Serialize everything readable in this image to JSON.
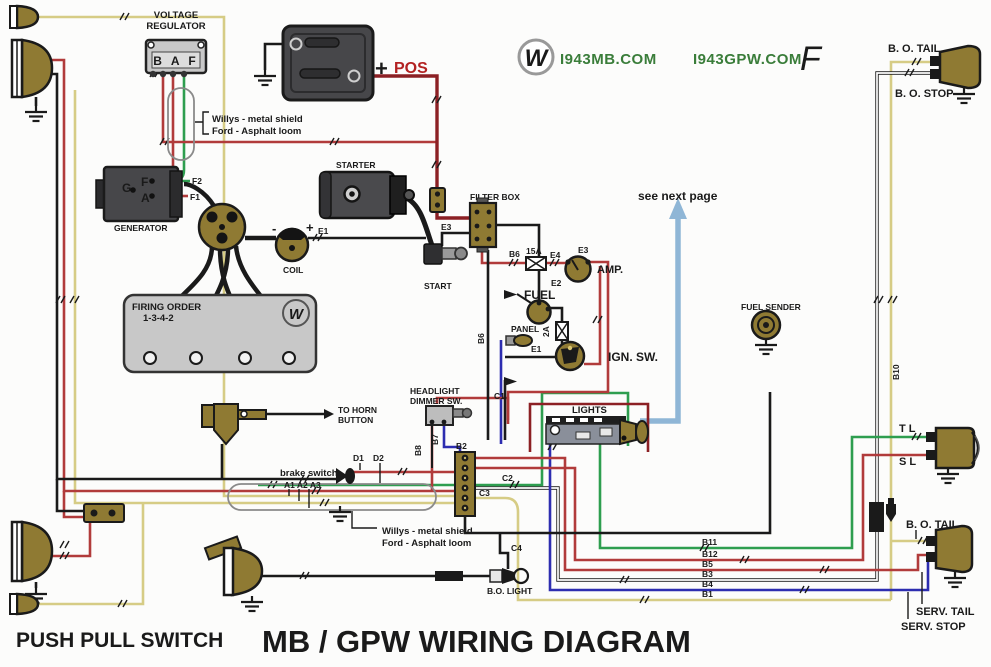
{
  "title": "MB / GPW WIRING DIAGRAM",
  "caption_left": "PUSH PULL SWITCH",
  "branding": {
    "w_logo": "W",
    "site_mb": "I943MB.COM",
    "site_gpw": "I943GPW.COM",
    "ford_f": "F"
  },
  "notes": {
    "top_1": "Willys - metal shield",
    "top_2": "Ford - Asphalt loom",
    "bottom_1": "Willys - metal shield",
    "bottom_2": "Ford - Asphalt loom",
    "see_next": "see next page"
  },
  "labels": {
    "vr_1": "VOLTAGE",
    "vr_2": "REGULATOR",
    "vr_terms": "B A F",
    "plus": "+",
    "pos": "POS",
    "generator": "GENERATOR",
    "gen_g": "G",
    "gen_f": "F",
    "gen_a": "A",
    "f2": "F2",
    "f1": "F1",
    "starter": "STARTER",
    "start": "START",
    "coil": "COIL",
    "coil_minus": "-",
    "coil_plus": "+",
    "e1_coil": "E1",
    "e3_start": "E3",
    "filter_box": "FILTER BOX",
    "b6": "B6",
    "fuse_15a": "15A",
    "e4": "E4",
    "e3_amp": "E3",
    "e2": "E2",
    "amp": "AMP.",
    "fuel": "FUEL",
    "panel": "PANEL",
    "fuse_2a": "2A",
    "e1_ign": "E1",
    "ign_sw": "IGN. SW.",
    "b6_vert": "B6",
    "firing_1": "FIRING ORDER",
    "firing_2": "1-3-4-2",
    "w_mark": "W",
    "fuel_sender": "FUEL SENDER",
    "horn_1": "TO HORN",
    "horn_2": "BUTTON",
    "dimmer_1": "HEADLIGHT",
    "dimmer_2": "DIMMER SW.",
    "b8": "B8",
    "b7": "B7",
    "b2": "B2",
    "c1": "C1",
    "c2": "C2",
    "c3": "C3",
    "c4": "C4",
    "brake_switch": "brake switch",
    "a_terms": "A1 A2 A3",
    "d1": "D1",
    "d2": "D2",
    "lights": "LIGHTS",
    "bo_light": "B.O. LIGHT",
    "b11": "B11",
    "b12": "B12",
    "b5": "B5",
    "b3": "B3",
    "b4": "B4",
    "b1": "B1",
    "b10": "B10",
    "tl": "T L",
    "sl": "S L",
    "bo_tail_top": "B. O. TAIL",
    "bo_stop_top": "B. O. STOP",
    "bo_tail_mid": "B. O. TAIL",
    "serv_tail": "SERV. TAIL",
    "serv_stop": "SERV. STOP"
  },
  "colors": {
    "wire_red": "#b13b3b",
    "wire_dark_red": "#8c2024",
    "wire_green": "#2e9e4f",
    "wire_blue": "#2d2db0",
    "wire_yellow": "#d6cc85",
    "wire_black": "#1a1a1a",
    "wire_white": "#ffffff",
    "arrow_blue": "#8fb6d6",
    "component_olive": "#8f7a33",
    "component_gray": "#c8c8c8",
    "component_dark": "#47474a"
  }
}
